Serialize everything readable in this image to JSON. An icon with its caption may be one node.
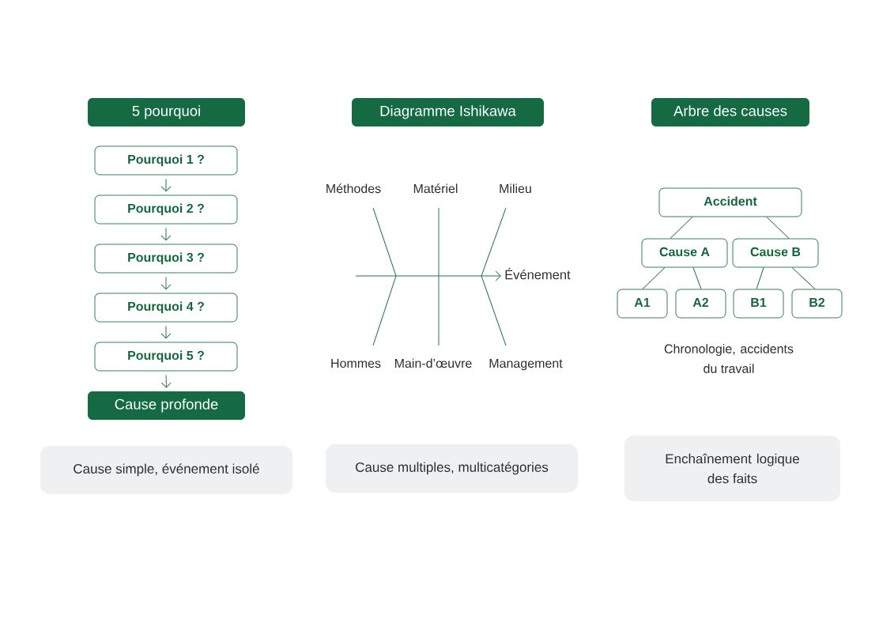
{
  "diagram": {
    "nodes": [
      {
        "text": [
          "5 pourquoi"
        ]
      },
      {
        "text": [
          "Pourquoi 1 ?"
        ]
      },
      {
        "text": [
          "Pourquoi 2 ?"
        ]
      },
      {
        "text": [
          "Pourquoi 3 ?"
        ]
      },
      {
        "text": [
          "Pourquoi 4 ?"
        ]
      },
      {
        "text": [
          "Pourquoi 5 ?"
        ]
      },
      {
        "text": [
          "Cause profonde"
        ]
      },
      {
        "text": [
          "Cause simple, événement isolé"
        ]
      },
      {
        "text": [
          "Diagramme Ishikawa"
        ]
      },
      {
        "text": [
          "Événement"
        ]
      },
      {
        "text": [
          "Cause multiples, multicatégories"
        ]
      },
      {
        "text": [
          "Arbre des causes"
        ]
      },
      {
        "text": [
          "Accident"
        ]
      },
      {
        "text": [
          "Cause A"
        ]
      },
      {
        "text": [
          "Cause B"
        ]
      },
      {
        "text": [
          "A1"
        ]
      },
      {
        "text": [
          "A2"
        ]
      },
      {
        "text": [
          "B1"
        ]
      },
      {
        "text": [
          "B2"
        ]
      },
      {
        "text": [
          "Enchaînement logique des faits"
        ]
      }
    ],
    "edges": [
      {
        "from": 1,
        "to": 2,
        "arrow": "to"
      },
      {
        "from": 2,
        "to": 3,
        "arrow": "to"
      },
      {
        "from": 3,
        "to": 4,
        "arrow": "to"
      },
      {
        "from": 4,
        "to": 5,
        "arrow": "to"
      },
      {
        "from": 5,
        "to": 6,
        "arrow": "to"
      },
      {
        "from": null,
        "to": 9,
        "arrow": "to"
      },
      {
        "from": 12,
        "to": 13,
        "arrow": "none"
      },
      {
        "from": 12,
        "to": 14,
        "arrow": "none"
      },
      {
        "from": 13,
        "to": 15,
        "arrow": "none"
      },
      {
        "from": 13,
        "to": 16,
        "arrow": "none"
      },
      {
        "from": 14,
        "to": 17,
        "arrow": "none"
      },
      {
        "from": 14,
        "to": 18,
        "arrow": "none"
      }
    ],
    "labels": [
      "Méthodes",
      "Matériel",
      "Milieu",
      "Hommes",
      "Main-d’œuvre",
      "Management",
      "Chronologie, accidents du travail"
    ]
  }
}
